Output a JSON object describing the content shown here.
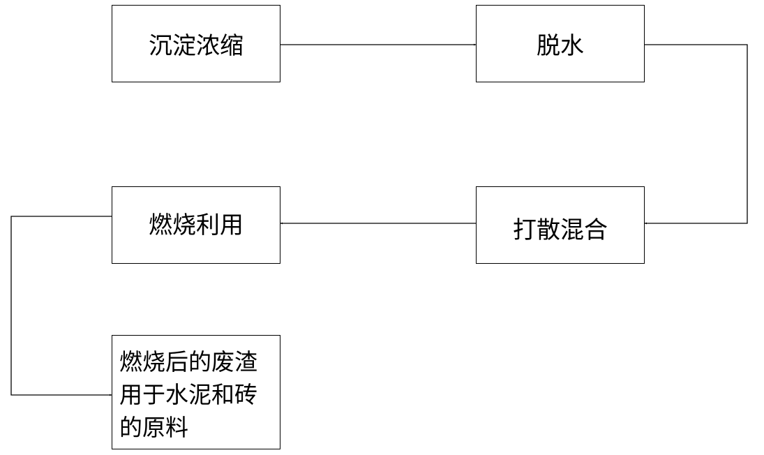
{
  "steps": {
    "settle": "沉淀浓缩",
    "dewater": "脱水",
    "mix": "打散混合",
    "burn": "燃烧利用",
    "slag_lines": [
      "燃烧后的废渣",
      "用于水泥和砖",
      "的原料"
    ]
  }
}
